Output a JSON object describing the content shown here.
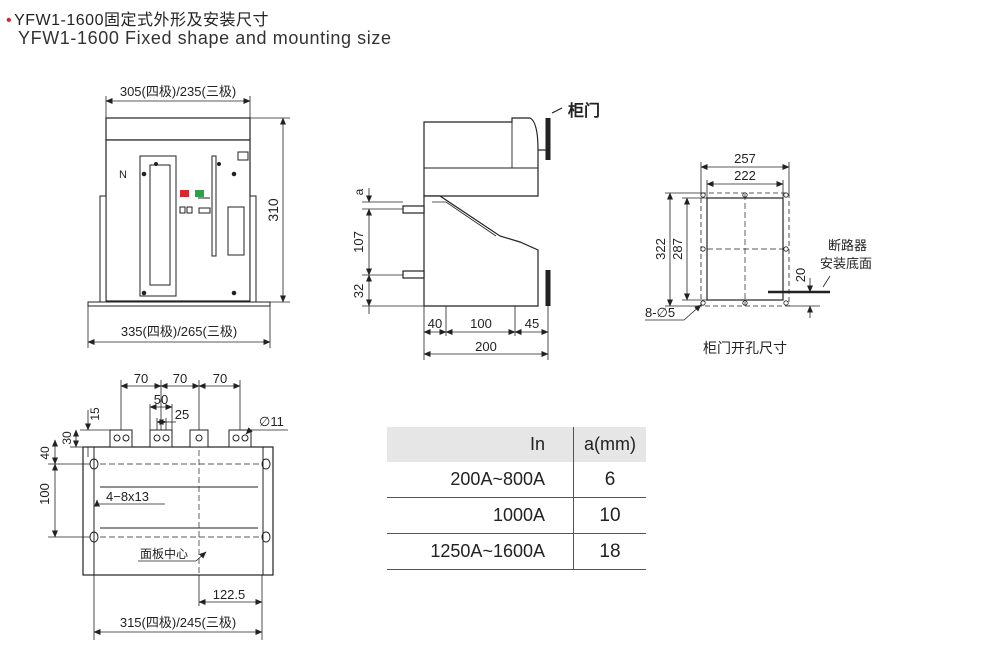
{
  "header": {
    "title_cn": "YFW1-1600固定式外形及安装尺寸",
    "title_en": "YFW1-1600 Fixed shape and mounting size"
  },
  "front_view": {
    "dim_top": "305(四极)/235(三极)",
    "dim_bottom": "335(四极)/265(三极)",
    "dim_height": "310",
    "pole_label": "N"
  },
  "side_view": {
    "door_label": "柜门",
    "dim_a": "a",
    "dim_107": "107",
    "dim_32": "32",
    "dim_40": "40",
    "dim_100": "100",
    "dim_45": "45",
    "dim_200": "200"
  },
  "door_cutout": {
    "caption": "柜门开孔尺寸",
    "dim_257": "257",
    "dim_222": "222",
    "dim_322": "322",
    "dim_287": "287",
    "dim_20": "20",
    "hole_label": "8-∅5",
    "base_label_line1": "断路器",
    "base_label_line2": "安装底面"
  },
  "bottom_view": {
    "pitch_1": "70",
    "pitch_2": "70",
    "pitch_3": "70",
    "dim_50": "50",
    "dim_25": "25",
    "dim_15": "15",
    "dim_30": "30",
    "dim_40": "40",
    "dim_100": "100",
    "hole_dia": "∅11",
    "slot_label": "4−8x13",
    "center_label": "面板中心",
    "dim_122_5": "122.5",
    "dim_width": "315(四极)/245(三极)"
  },
  "table": {
    "col1": "In",
    "col2": "a(mm)",
    "rows": [
      {
        "current": "200A~800A",
        "a": "6"
      },
      {
        "current": "1000A",
        "a": "10"
      },
      {
        "current": "1250A~1600A",
        "a": "18"
      }
    ]
  }
}
